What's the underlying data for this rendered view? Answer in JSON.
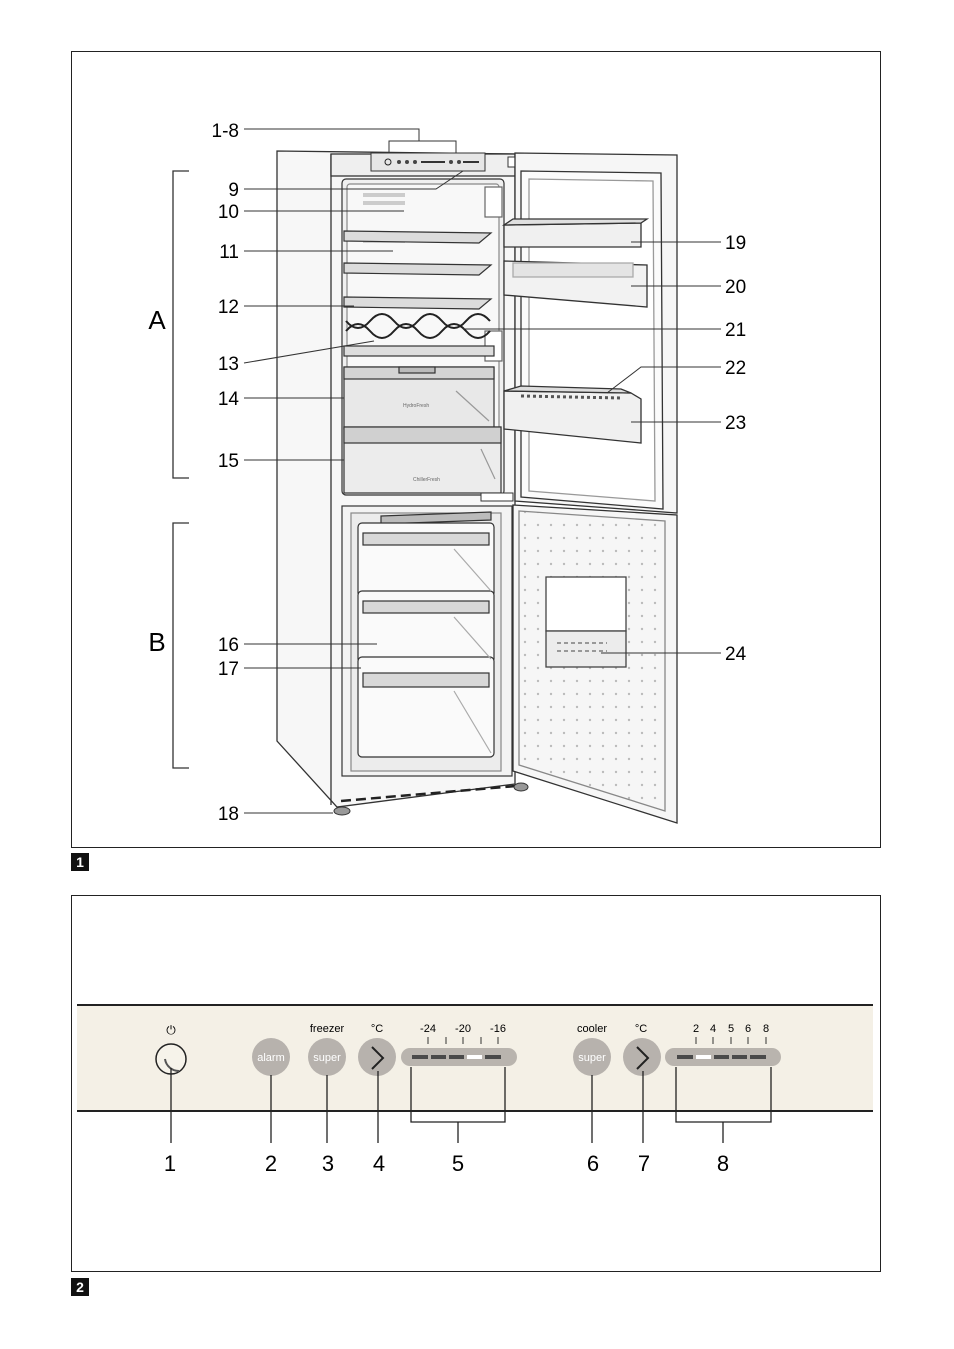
{
  "figure1": {
    "tag": "1",
    "callouts_left": [
      "1-8",
      "9",
      "10",
      "11",
      "12",
      "13",
      "14",
      "15",
      "16",
      "17",
      "18"
    ],
    "callouts_right": [
      "19",
      "20",
      "21",
      "22",
      "23",
      "24"
    ],
    "zones": [
      "A",
      "B"
    ],
    "shelf_labels": [
      "HydroFresh",
      "ChillerFresh"
    ]
  },
  "figure2": {
    "tag": "2",
    "panel": {
      "power_symbol": "⏻",
      "alarm": "alarm",
      "freezer_label": "freezer",
      "super": "super",
      "celsius": "°C",
      "freezer_scale": [
        "-24",
        "-20",
        "-16"
      ],
      "cooler_label": "cooler",
      "cooler_scale": [
        "2",
        "4",
        "5",
        "6",
        "8"
      ]
    },
    "numbers": [
      "1",
      "2",
      "3",
      "4",
      "5",
      "6",
      "7",
      "8"
    ]
  }
}
